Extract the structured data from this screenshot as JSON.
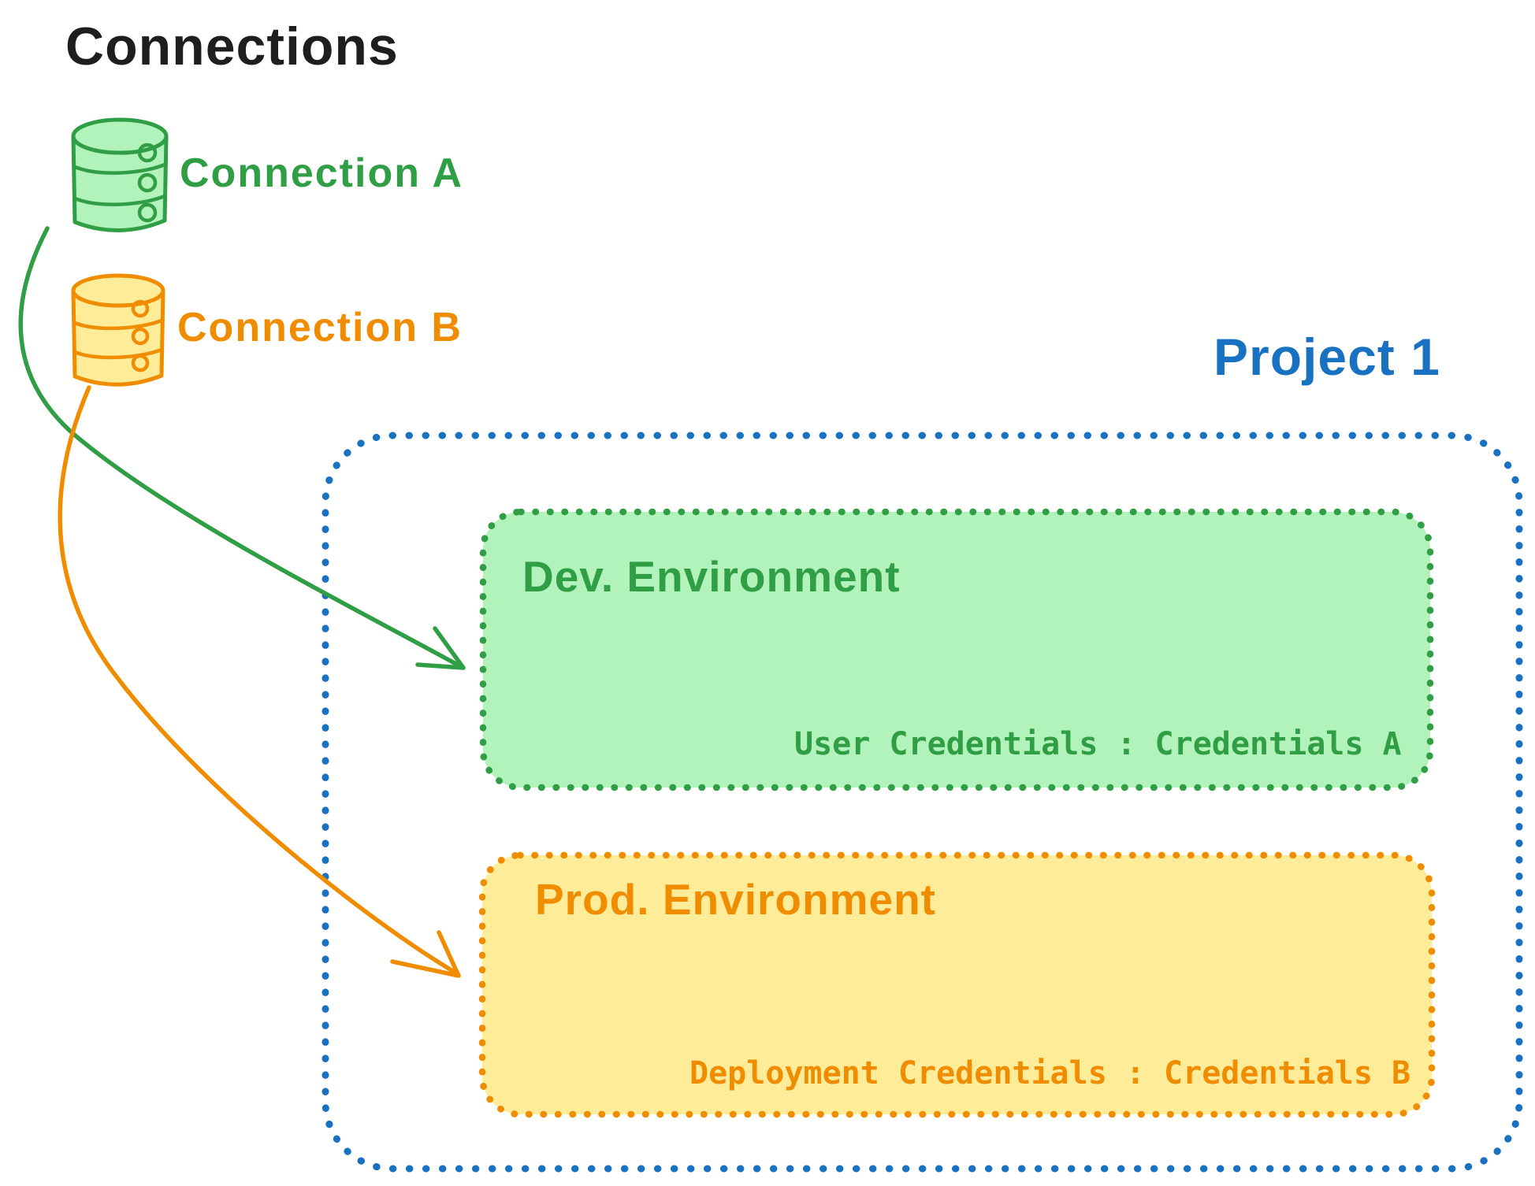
{
  "diagram": {
    "title": "Connections",
    "project": {
      "title": "Project 1",
      "environments": [
        {
          "name": "Dev. Environment",
          "credentials": "User Credentials : Credentials A",
          "accent_color": "#2f9e44",
          "fill_color": "#b2f2bb"
        },
        {
          "name": "Prod. Environment",
          "credentials": "Deployment Credentials : Credentials B",
          "accent_color": "#f08c00",
          "fill_color": "#ffec99"
        }
      ]
    },
    "connections": [
      {
        "label": "Connection A",
        "icon": "database-icon",
        "color": "#2f9e44",
        "linked_to": "Dev. Environment"
      },
      {
        "label": "Connection B",
        "icon": "database-icon",
        "color": "#f08c00",
        "linked_to": "Prod. Environment"
      }
    ],
    "colors": {
      "ink": "#1e1e1e",
      "project_border": "#1971c2",
      "green_stroke": "#2f9e44",
      "green_fill": "#b2f2bb",
      "orange_stroke": "#f08c00",
      "orange_fill": "#ffec99"
    }
  }
}
